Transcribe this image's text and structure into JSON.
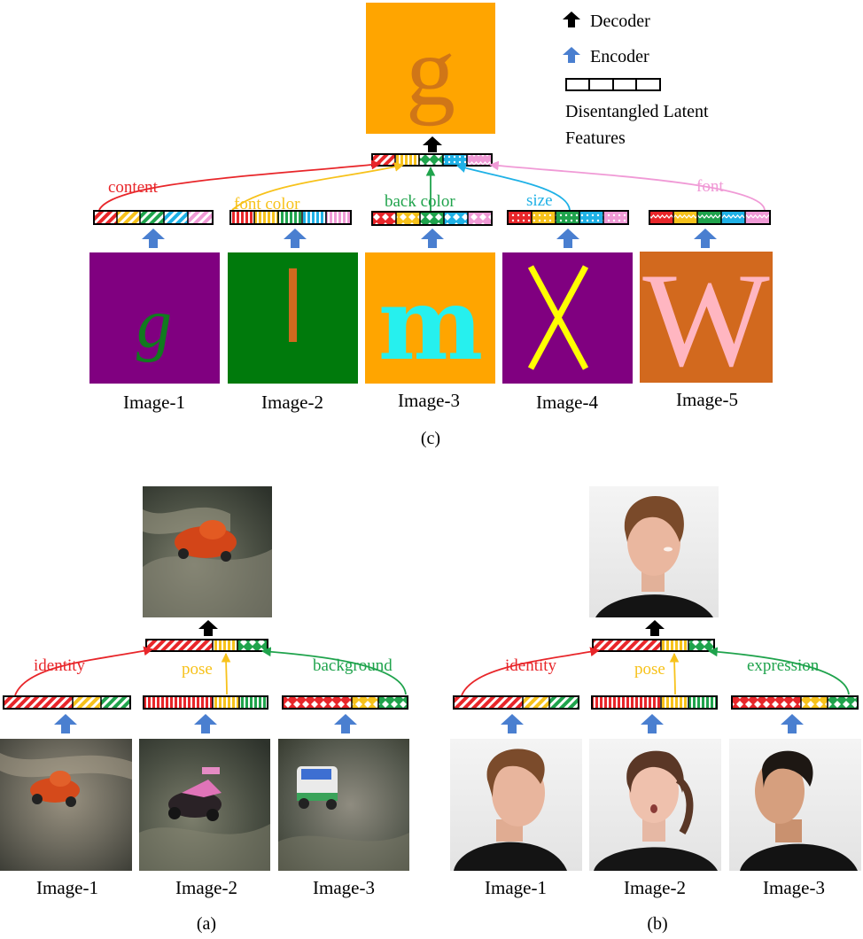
{
  "colors": {
    "red": "#e8262a",
    "yellow": "#f7c21b",
    "green": "#1fa34c",
    "cyan": "#1fb1e6",
    "pink": "#f09ad6",
    "encoder_arrow": "#4a7fd0",
    "decoder_arrow": "#000000",
    "orange_bg": "#ffa500",
    "purple_bg": "#800080",
    "green_bg": "#007a0c",
    "rust_bg": "#d2691e"
  },
  "legend": {
    "decoder": "Decoder",
    "encoder": "Encoder",
    "latent_line1": "Disentangled Latent",
    "latent_line2": "Features"
  },
  "panel_c": {
    "caption": "(c)",
    "output_glyph": "g",
    "attributes": [
      "content",
      "font color",
      "back color",
      "size",
      "font"
    ],
    "images": [
      {
        "label": "Image-1",
        "glyph": "g"
      },
      {
        "label": "Image-2",
        "glyph": "l"
      },
      {
        "label": "Image-3",
        "glyph": "m"
      },
      {
        "label": "Image-4",
        "glyph": "X"
      },
      {
        "label": "Image-5",
        "glyph": "W"
      }
    ]
  },
  "panel_a": {
    "caption": "(a)",
    "attributes": [
      "identity",
      "pose",
      "background"
    ],
    "images": [
      {
        "label": "Image-1"
      },
      {
        "label": "Image-2"
      },
      {
        "label": "Image-3"
      }
    ]
  },
  "panel_b": {
    "caption": "(b)",
    "attributes": [
      "identity",
      "pose",
      "expression"
    ],
    "images": [
      {
        "label": "Image-1"
      },
      {
        "label": "Image-2"
      },
      {
        "label": "Image-3"
      }
    ]
  }
}
